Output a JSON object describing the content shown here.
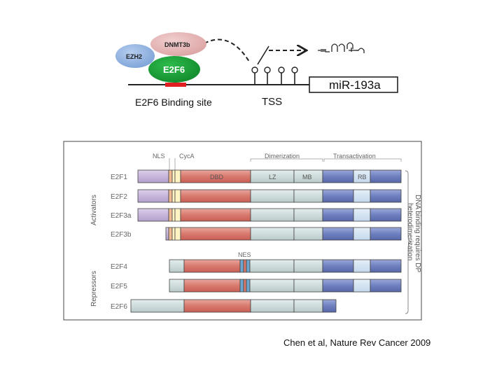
{
  "top_diagram": {
    "proteins": {
      "ezh2": "EZH2",
      "dnmt3b": "DNMT3b",
      "e2f6": "E2F6"
    },
    "binding_site_label": "E2F6 Binding site",
    "tss_label": "TSS",
    "gene_label": "miR-193a",
    "colors": {
      "ezh2": "#8fb3e0",
      "dnmt3b": "#e6b6b6",
      "e2f6": "#1f9a3a",
      "binding_site": "#e02020"
    }
  },
  "domain_figure": {
    "header_labels": {
      "nls": "NLS",
      "cyca": "CycA",
      "dimerization": "Dimerization",
      "transactivation": "Transactivation"
    },
    "domain_labels": {
      "dbd": "DBD",
      "lz": "LZ",
      "mb": "MB",
      "rb": "RB"
    },
    "nes_label": "NES",
    "group_labels": {
      "activators": "Activators",
      "repressors": "Repressors"
    },
    "side_note": [
      "DNA binding requires DP",
      "heterodimerization"
    ],
    "proteins": [
      {
        "name": "E2F1",
        "group": "activator"
      },
      {
        "name": "E2F2",
        "group": "activator"
      },
      {
        "name": "E2F3a",
        "group": "activator"
      },
      {
        "name": "E2F3b",
        "group": "activator"
      },
      {
        "name": "E2F4",
        "group": "repressor"
      },
      {
        "name": "E2F5",
        "group": "repressor"
      },
      {
        "name": "E2F6",
        "group": "repressor"
      }
    ],
    "colors": {
      "n_term": "#c7b6dc",
      "nls": "#f0b890",
      "cyca": "#fff3c4",
      "dbd": "#d9796e",
      "dimer": "#cfdcdc",
      "transact": "#6f80c0",
      "rb": "#cfe0f0",
      "nes": "#6da7cf"
    }
  },
  "citation": "Chen et al, Nature Rev Cancer 2009"
}
